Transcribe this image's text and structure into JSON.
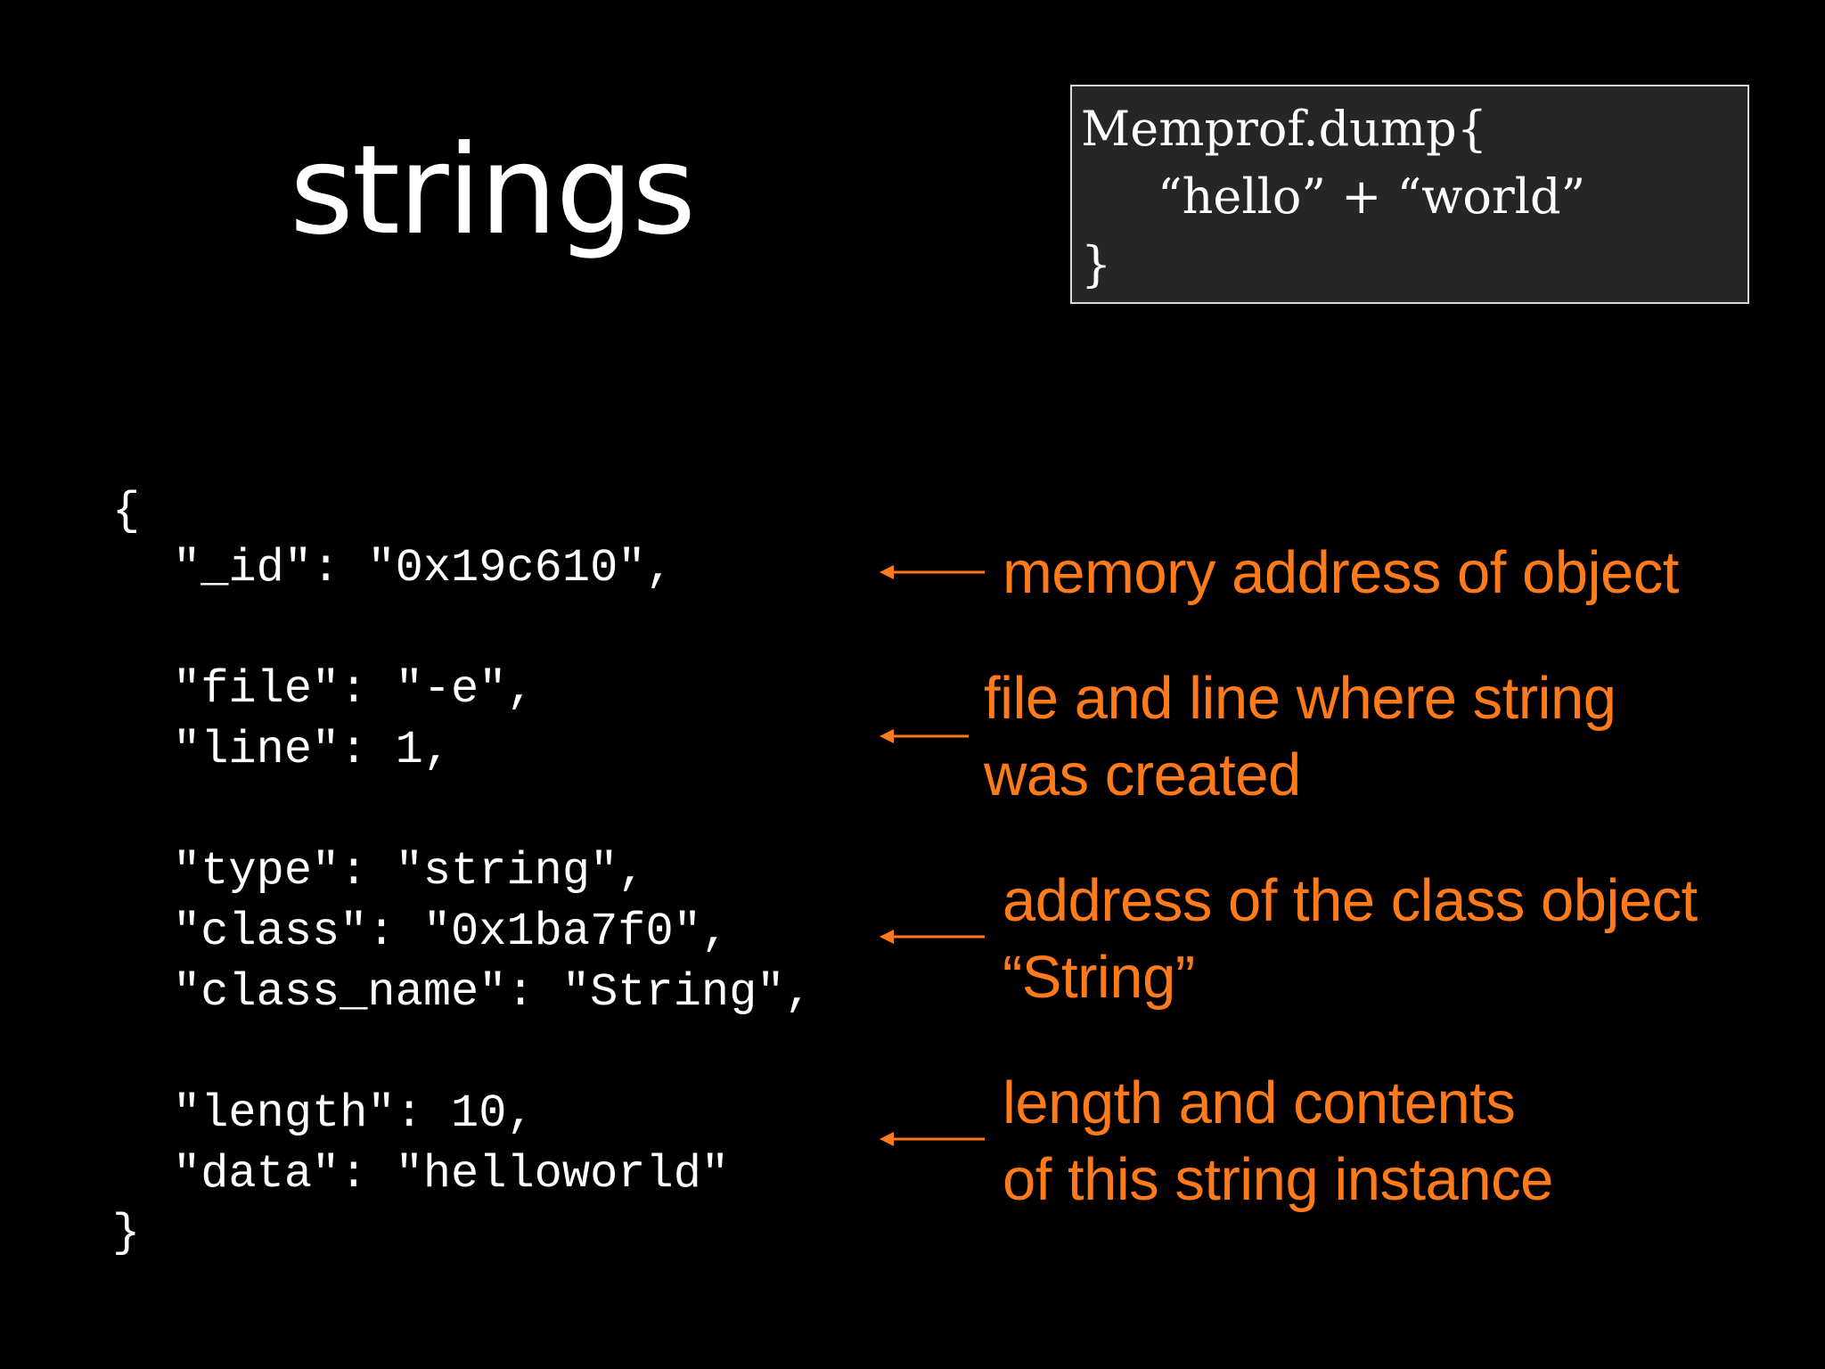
{
  "slide": {
    "title": "strings",
    "accent_color": "#ff7a1a"
  },
  "code_box": {
    "lines": [
      "Memprof.dump{",
      "“hello” + “world”",
      "}"
    ]
  },
  "json_dump": {
    "lines": [
      "{",
      "\"_id\": \"0x19c610\",",
      "\"file\": \"-e\",",
      "\"line\": 1,",
      "\"type\": \"string\",",
      "\"class\": \"0x1ba7f0\",",
      "\"class_name\": \"String\",",
      "\"length\": 10,",
      "\"data\": \"helloworld\"",
      "}"
    ]
  },
  "annotations": [
    {
      "lines": [
        "memory address of object"
      ],
      "icon": "arrow-left-icon"
    },
    {
      "lines": [
        "file and line where string",
        "was created"
      ],
      "icon": "arrow-left-icon"
    },
    {
      "lines": [
        "address of the class object",
        "“String”"
      ],
      "icon": "arrow-left-icon"
    },
    {
      "lines": [
        "length and contents",
        "of this string instance"
      ],
      "icon": "arrow-left-icon"
    }
  ]
}
